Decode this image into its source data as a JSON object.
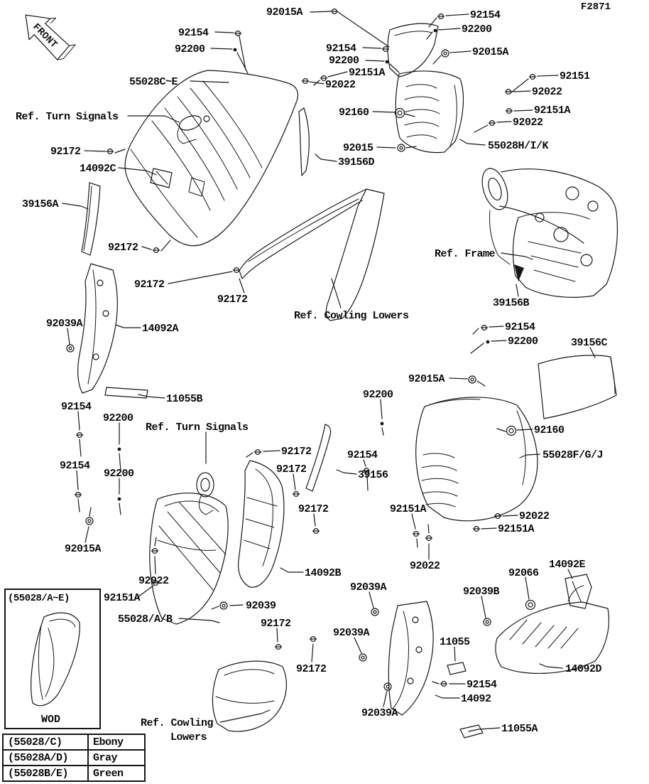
{
  "figure_id": "F2871",
  "front_marker": "FRONT",
  "colors": {
    "ink": "#161616",
    "background": "#ffffff"
  },
  "inset": {
    "title": "(55028/A~E)",
    "caption": "WOD"
  },
  "color_table": {
    "rows": [
      {
        "part": "(55028/C)",
        "color": "Ebony"
      },
      {
        "part": "(55028A/D)",
        "color": "Gray"
      },
      {
        "part": "(55028B/E)",
        "color": "Green"
      }
    ]
  },
  "labels": [
    {
      "text": "92015A"
    },
    {
      "text": "92154"
    },
    {
      "text": "92200"
    },
    {
      "text": "92154"
    },
    {
      "text": "92200"
    },
    {
      "text": "92154"
    },
    {
      "text": "92200"
    },
    {
      "text": "92015A"
    },
    {
      "text": "92151A"
    },
    {
      "text": "55028C~E"
    },
    {
      "text": "92022"
    },
    {
      "text": "92151"
    },
    {
      "text": "92022"
    },
    {
      "text": "Ref. Turn Signals"
    },
    {
      "text": "92160"
    },
    {
      "text": "92151A"
    },
    {
      "text": "92022"
    },
    {
      "text": "92172"
    },
    {
      "text": "92015"
    },
    {
      "text": "55028H/I/K"
    },
    {
      "text": "14092C"
    },
    {
      "text": "39156D"
    },
    {
      "text": "39156A"
    },
    {
      "text": "92172"
    },
    {
      "text": "Ref. Frame"
    },
    {
      "text": "92172"
    },
    {
      "text": "92172"
    },
    {
      "text": "39156B"
    },
    {
      "text": "Ref. Cowling Lowers"
    },
    {
      "text": "92039A"
    },
    {
      "text": "14092A"
    },
    {
      "text": "92154"
    },
    {
      "text": "92200"
    },
    {
      "text": "39156C"
    },
    {
      "text": "92015A"
    },
    {
      "text": "92200"
    },
    {
      "text": "11055B"
    },
    {
      "text": "92154"
    },
    {
      "text": "92200"
    },
    {
      "text": "Ref. Turn Signals"
    },
    {
      "text": "92160"
    },
    {
      "text": "92172"
    },
    {
      "text": "92154"
    },
    {
      "text": "55028F/G/J"
    },
    {
      "text": "92154"
    },
    {
      "text": "92200"
    },
    {
      "text": "92172"
    },
    {
      "text": "39156"
    },
    {
      "text": "92172"
    },
    {
      "text": "92151A"
    },
    {
      "text": "92022"
    },
    {
      "text": "92151A"
    },
    {
      "text": "92015A"
    },
    {
      "text": "92022"
    },
    {
      "text": "14092E"
    },
    {
      "text": "92022"
    },
    {
      "text": "14092B"
    },
    {
      "text": "92066"
    },
    {
      "text": "92039A"
    },
    {
      "text": "92039B"
    },
    {
      "text": "92151A"
    },
    {
      "text": "92039"
    },
    {
      "text": "55028/A/B"
    },
    {
      "text": "92172"
    },
    {
      "text": "92039A"
    },
    {
      "text": "11055"
    },
    {
      "text": "14092D"
    },
    {
      "text": "92172"
    },
    {
      "text": "92154"
    },
    {
      "text": "14092"
    },
    {
      "text": "92039A"
    },
    {
      "text": "11055A"
    },
    {
      "text": "Ref. Cowling"
    },
    {
      "text": "Lowers"
    }
  ]
}
